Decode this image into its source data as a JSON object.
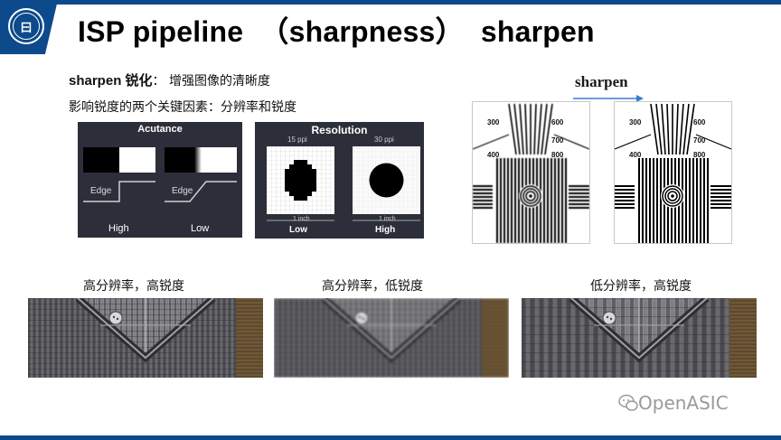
{
  "slide": {
    "title": "ISP pipeline  （sharpness）  sharpen",
    "logo_text": "曰",
    "line1": {
      "bold": "sharpen 锐化",
      "rest": "：  增强图像的清晰度"
    },
    "line2": "影响锐度的两个关键因素：分辨率和锐度"
  },
  "acutance": {
    "title": "Acutance",
    "edge_label": "Edge",
    "left_label": "High",
    "right_label": "Low"
  },
  "resolution": {
    "title": "Resolution",
    "left_ppi": "15 ppi",
    "right_ppi": "30 ppi",
    "inch_label": "1 inch",
    "left_label": "Low",
    "right_label": "High"
  },
  "sharpen_demo": {
    "label": "sharpen",
    "chart_numbers": {
      "n300": "300",
      "n400": "400",
      "n600": "600",
      "n700": "700",
      "n800": "800"
    }
  },
  "samples": [
    {
      "label": "高分辨率，高锐度"
    },
    {
      "label": "高分辨率，低锐度"
    },
    {
      "label": "低分辨率，高锐度"
    }
  ],
  "watermark": "OpenASIC",
  "colors": {
    "brand_blue": "#0d4a8c",
    "panel_dark": "#2c2f3a",
    "arrow_blue": "#3a7bd5"
  }
}
